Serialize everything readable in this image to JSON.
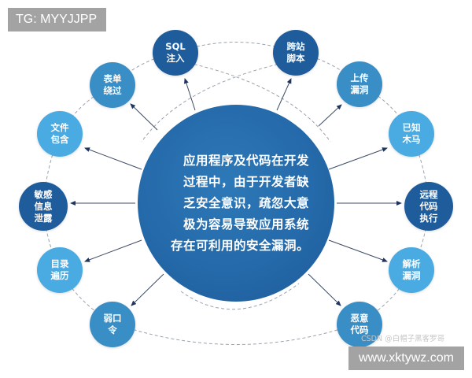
{
  "watermarks": {
    "top_left": "TG: MYYJJPP",
    "bottom_right": "www.xktywz.com",
    "csdn": "CSDN @白帽子黑客罗哥"
  },
  "center": {
    "lines": [
      "应用程序及代码在开发",
      "过程中，由于开发者缺",
      "乏安全意识，疏忽大意",
      "极为容易导致应用系统",
      "存在可利用的安全漏洞。"
    ]
  },
  "nodes": [
    {
      "id": "sql-injection",
      "lines": [
        "SQL",
        "注入"
      ],
      "color": "#1f5c9c"
    },
    {
      "id": "xss",
      "lines": [
        "跨站",
        "脚本"
      ],
      "color": "#1f5c9c"
    },
    {
      "id": "form-bypass",
      "lines": [
        "表单",
        "绕过"
      ],
      "color": "#3a8ec6"
    },
    {
      "id": "upload-vuln",
      "lines": [
        "上传",
        "漏洞"
      ],
      "color": "#3a8ec6"
    },
    {
      "id": "file-inclusion",
      "lines": [
        "文件",
        "包含"
      ],
      "color": "#4aaae2"
    },
    {
      "id": "known-trojan",
      "lines": [
        "已知",
        "木马"
      ],
      "color": "#4aaae2"
    },
    {
      "id": "info-leak",
      "lines": [
        "敏感",
        "信息",
        "泄露"
      ],
      "color": "#1f5c9c"
    },
    {
      "id": "rce",
      "lines": [
        "远程",
        "代码",
        "执行"
      ],
      "color": "#1f5c9c"
    },
    {
      "id": "dir-traversal",
      "lines": [
        "目录",
        "遍历"
      ],
      "color": "#4aaae2"
    },
    {
      "id": "parse-vuln",
      "lines": [
        "解析",
        "漏洞"
      ],
      "color": "#4aaae2"
    },
    {
      "id": "weak-password",
      "lines": [
        "弱口",
        "令"
      ],
      "color": "#3a8ec6"
    },
    {
      "id": "malicious-code",
      "lines": [
        "恶意",
        "代码"
      ],
      "color": "#3a8ec6"
    }
  ]
}
